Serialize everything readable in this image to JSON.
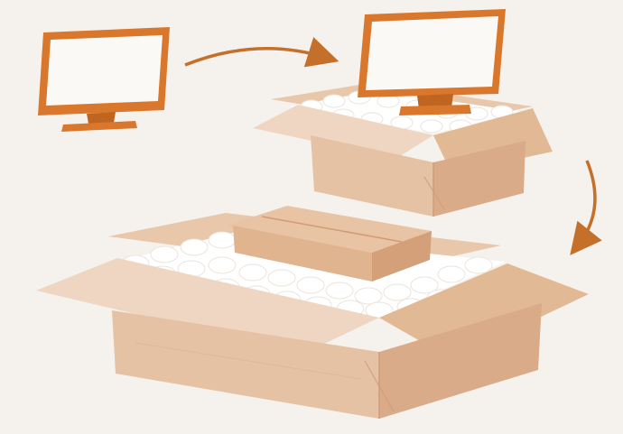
{
  "diagram": {
    "steps": [
      {
        "name": "computer-monitor"
      },
      {
        "name": "monitor-in-box-with-packing-peanuts"
      },
      {
        "name": "small-box-in-large-box-with-packing-peanuts"
      }
    ],
    "colors": {
      "background": "#f5f2ee",
      "monitor": "#d9782c",
      "monitor_dark": "#c0651f",
      "screen": "#fbf9f6",
      "arrow": "#c4702a",
      "box_light": "#efd6c2",
      "box_mid": "#e6c2a5",
      "box_dark": "#d9ab88",
      "box_edge": "#cf9c77",
      "peanut": "#ffffff"
    }
  }
}
